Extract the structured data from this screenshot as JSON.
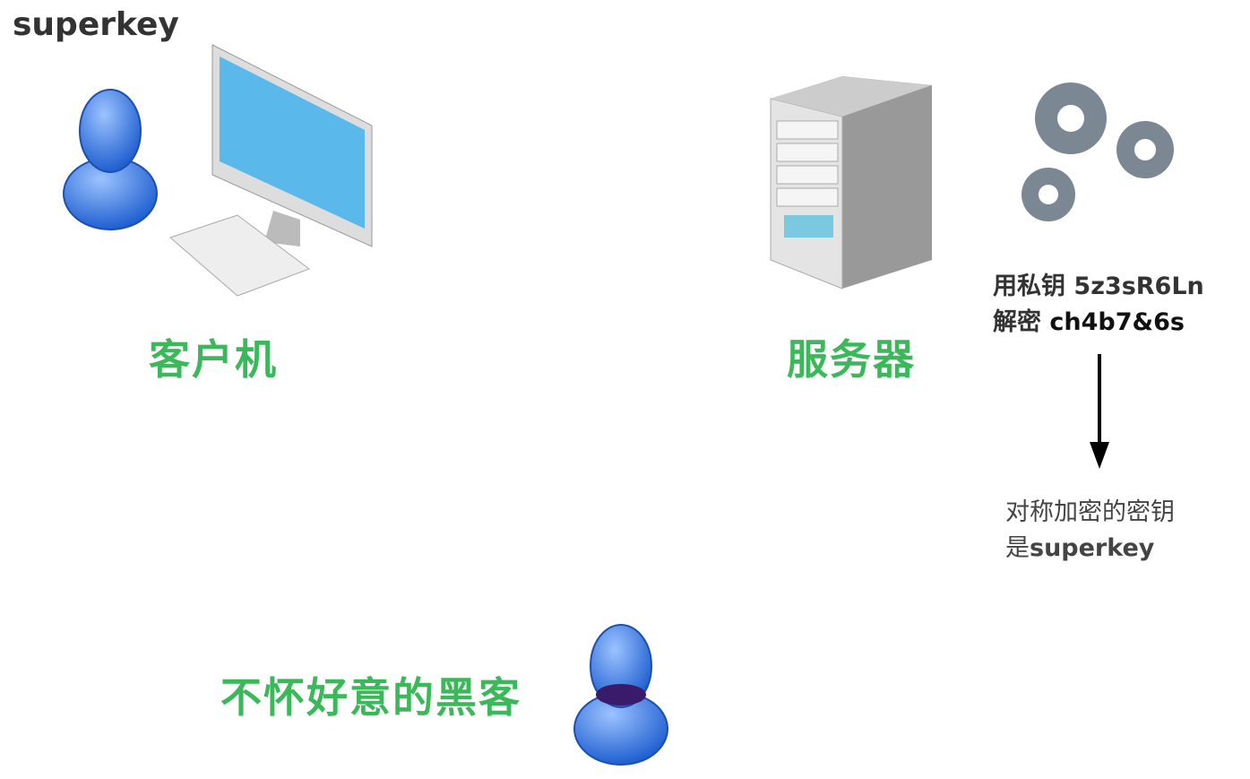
{
  "corner_label": "superkey",
  "client": {
    "label": "客户机"
  },
  "server": {
    "label": "服务器"
  },
  "decrypt_note": {
    "line1_prefix": "用私钥",
    "private_key": "5z3sR6Ln",
    "line2_prefix": "解密",
    "ciphertext": "ch4b7&6s"
  },
  "result_note": {
    "line1": "对称加密的密钥",
    "line2_prefix": "是",
    "key": "superkey"
  },
  "hacker": {
    "label": "不怀好意的黑客"
  },
  "colors": {
    "label_green": "#3bb85a",
    "user_blue": "#4a86e8",
    "text_dark": "#333333"
  }
}
